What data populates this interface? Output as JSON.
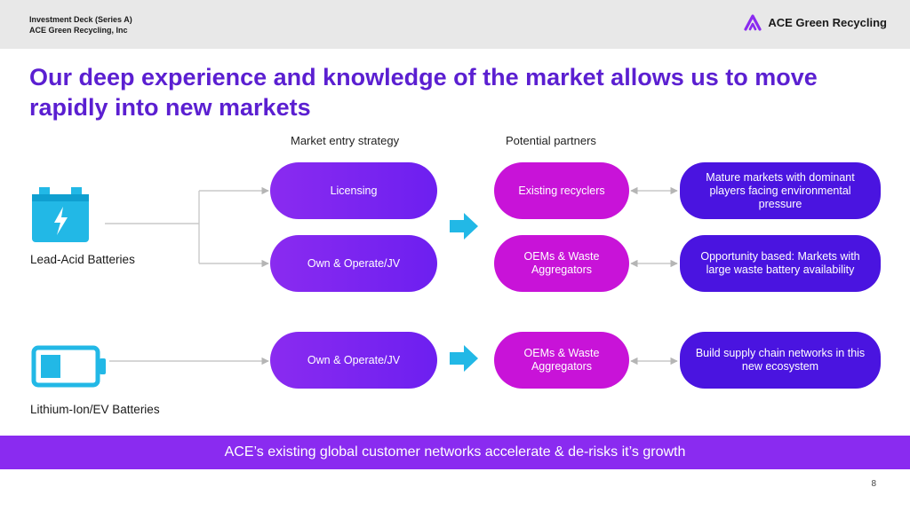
{
  "header": {
    "deck_title": "Investment Deck (Series A)",
    "company": "ACE Green Recycling, Inc",
    "logo_text": "ACE Green Recycling",
    "logo_icon": "ace-chevron-logo-icon"
  },
  "title": "Our deep experience and knowledge of the market allows us to move rapidly into new markets",
  "columns": {
    "strategy": "Market entry strategy",
    "partners": "Potential partners"
  },
  "rows": {
    "lead_acid": {
      "label": "Lead-Acid Batteries",
      "icon": "battery-charging-icon",
      "strategy1": "Licensing",
      "strategy2": "Own & Operate/JV",
      "partner1": "Existing recyclers",
      "partner2": "OEMs & Waste Aggregators",
      "market1": "Mature markets with dominant players facing environmental pressure",
      "market2": "Opportunity based: Markets with large waste battery availability"
    },
    "lithium": {
      "label": "Lithium-Ion/EV Batteries",
      "icon": "battery-low-icon",
      "strategy": "Own & Operate/JV",
      "partner": "OEMs & Waste Aggregators",
      "market": "Build supply chain networks in this new ecosystem"
    }
  },
  "footer": "ACE’s existing global customer networks accelerate & de-risks it’s growth",
  "page_number": "8",
  "colors": {
    "title": "#5b1fd1",
    "strategy_pill": "#8a2bf0",
    "partner_pill": "#c813d8",
    "market_pill": "#4a14e0",
    "arrow": "#22b8e6",
    "footer_bar": "#8a2bf0"
  }
}
